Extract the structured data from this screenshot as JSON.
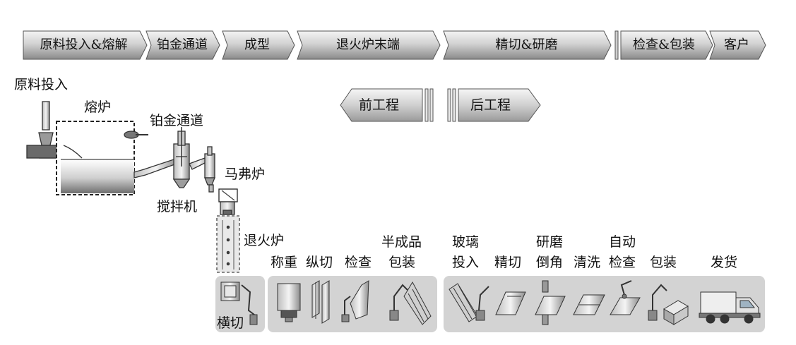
{
  "process_bar": [
    "原料投入&熔解",
    "铂金通道",
    "成型",
    "退火炉末端",
    "精切&研磨",
    "检查&包装",
    "客户"
  ],
  "direction": {
    "front": "前工程",
    "back": "后工程"
  },
  "equipment": {
    "raw_input": "原料投入",
    "melting_furnace": "熔炉",
    "platinum_channel": "铂金通道",
    "stirrer": "搅拌机",
    "muffle_furnace": "马弗炉",
    "annealing_furnace": "退火炉",
    "cross_cut": "横切"
  },
  "front_steps": [
    "称重",
    "纵切",
    "检查",
    "半成品",
    "包装"
  ],
  "back_steps": {
    "glass_1": "玻璃",
    "glass_2": "投入",
    "fine_cut": "精切",
    "grind_1": "研磨",
    "grind_2": "倒角",
    "clean": "清洗",
    "auto_1": "自动",
    "auto_2": "检查",
    "pack": "包装",
    "ship": "发货"
  }
}
